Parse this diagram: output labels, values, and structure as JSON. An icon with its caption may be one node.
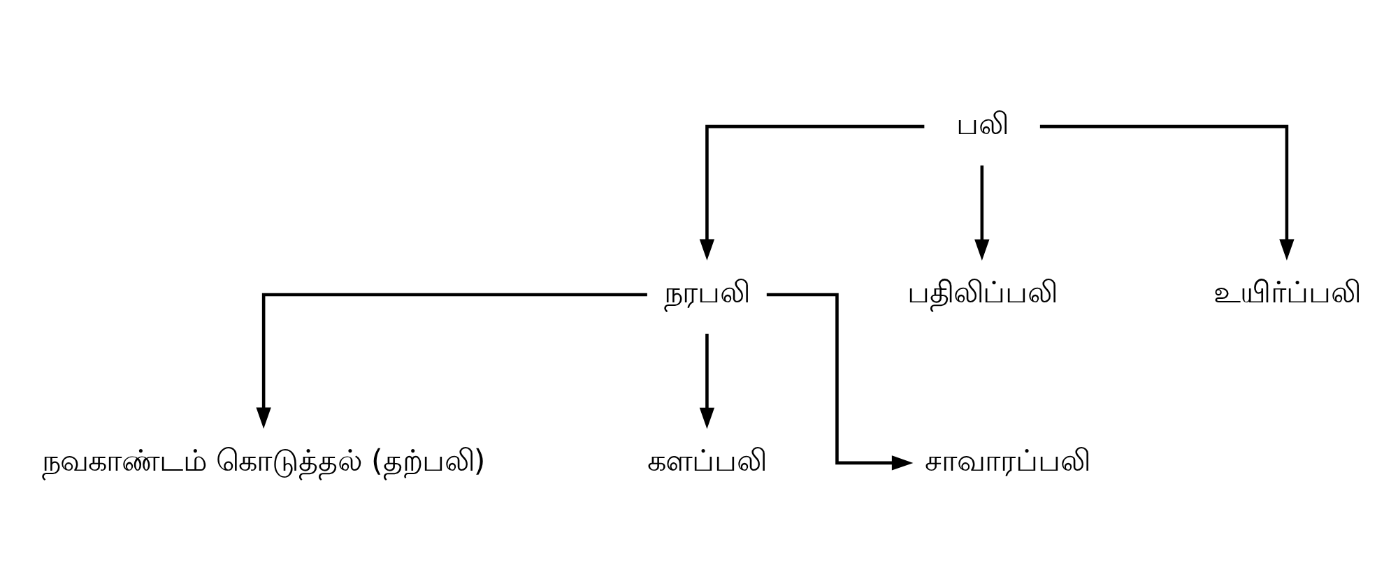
{
  "diagram": {
    "nodes": [
      {
        "text": [
          "பலி"
        ]
      },
      {
        "text": [
          "நரபலி"
        ]
      },
      {
        "text": [
          "பதிலிப்பலி"
        ]
      },
      {
        "text": [
          "உயிர்ப்பலி"
        ]
      },
      {
        "text": [
          "நவகாண்டம் கொடுத்தல் (தற்பலி)"
        ]
      },
      {
        "text": [
          "களப்பலி"
        ]
      },
      {
        "text": [
          "சாவாரப்பலி"
        ]
      }
    ],
    "edges": [
      {
        "from": 0,
        "to": 1,
        "arrow": "to"
      },
      {
        "from": 0,
        "to": 2,
        "arrow": "to"
      },
      {
        "from": 0,
        "to": 3,
        "arrow": "to"
      },
      {
        "from": 1,
        "to": 4,
        "arrow": "to"
      },
      {
        "from": 1,
        "to": 5,
        "arrow": "to"
      },
      {
        "from": 1,
        "to": 6,
        "arrow": "to"
      }
    ]
  }
}
